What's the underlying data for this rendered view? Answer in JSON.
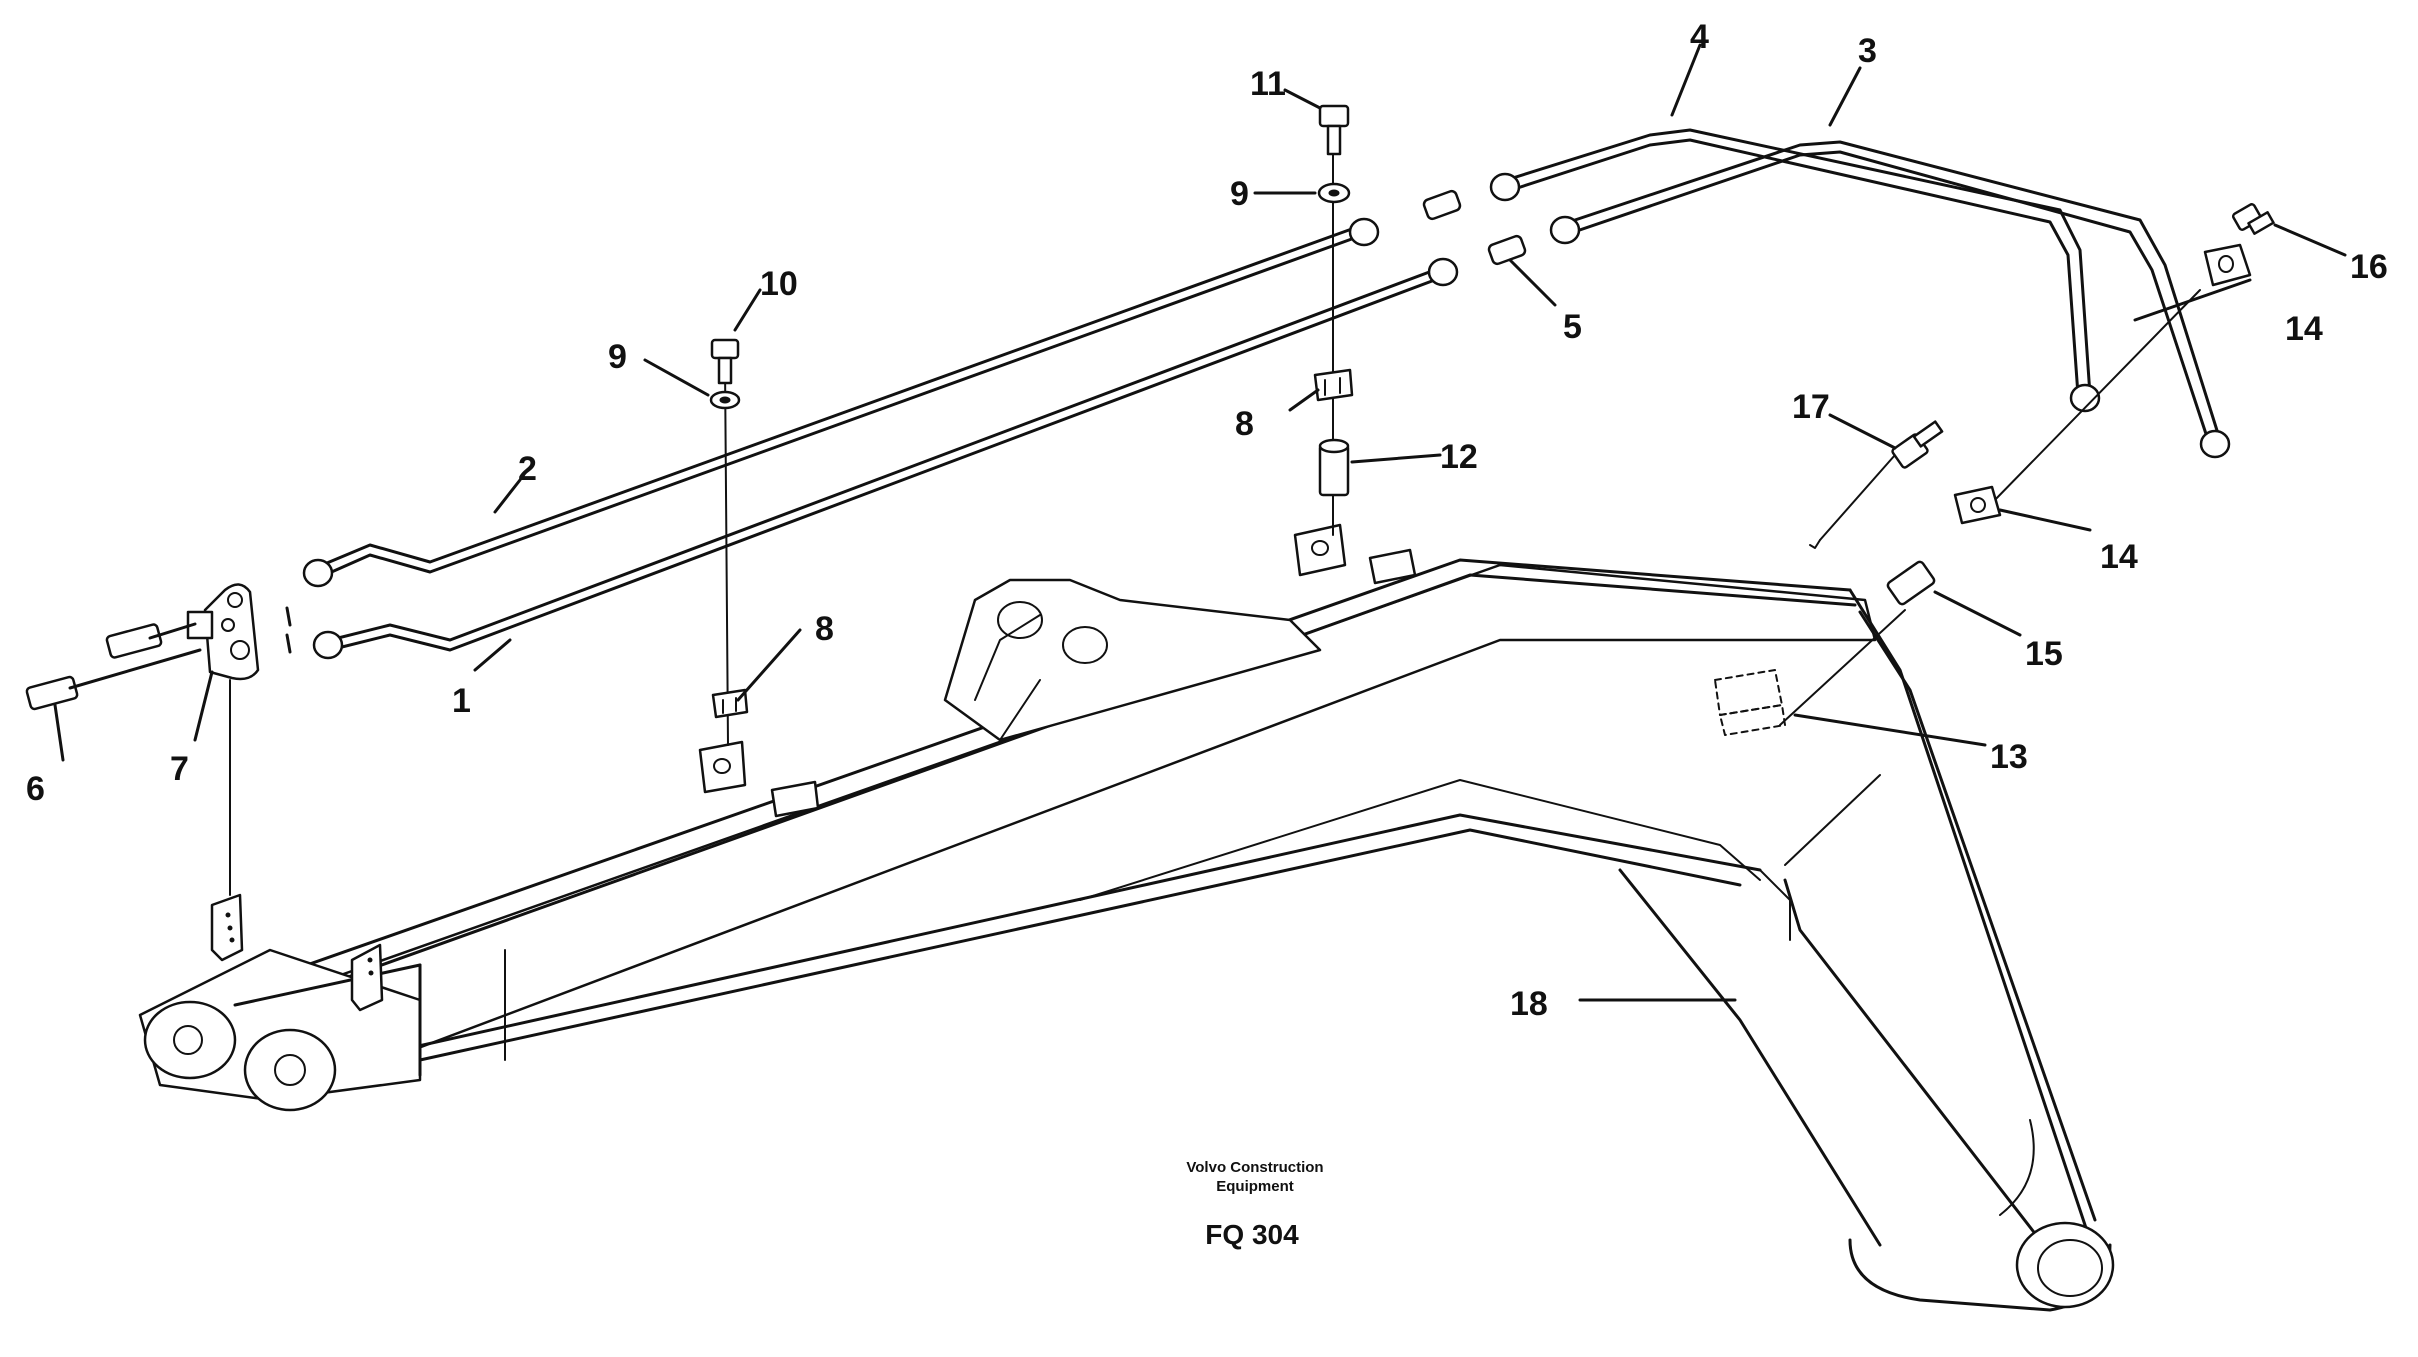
{
  "callouts": {
    "c1": "1",
    "c2": "2",
    "c3": "3",
    "c4": "4",
    "c5": "5",
    "c6": "6",
    "c7": "7",
    "c8a": "8",
    "c8b": "8",
    "c9a": "9",
    "c9b": "9",
    "c10": "10",
    "c11": "11",
    "c12": "12",
    "c13": "13",
    "c14a": "14",
    "c14b": "14",
    "c15": "15",
    "c16": "16",
    "c17": "17",
    "c18": "18"
  },
  "caption": {
    "company_line1": "Volvo Construction",
    "company_line2": "Equipment",
    "figure_code": "FQ 304"
  }
}
